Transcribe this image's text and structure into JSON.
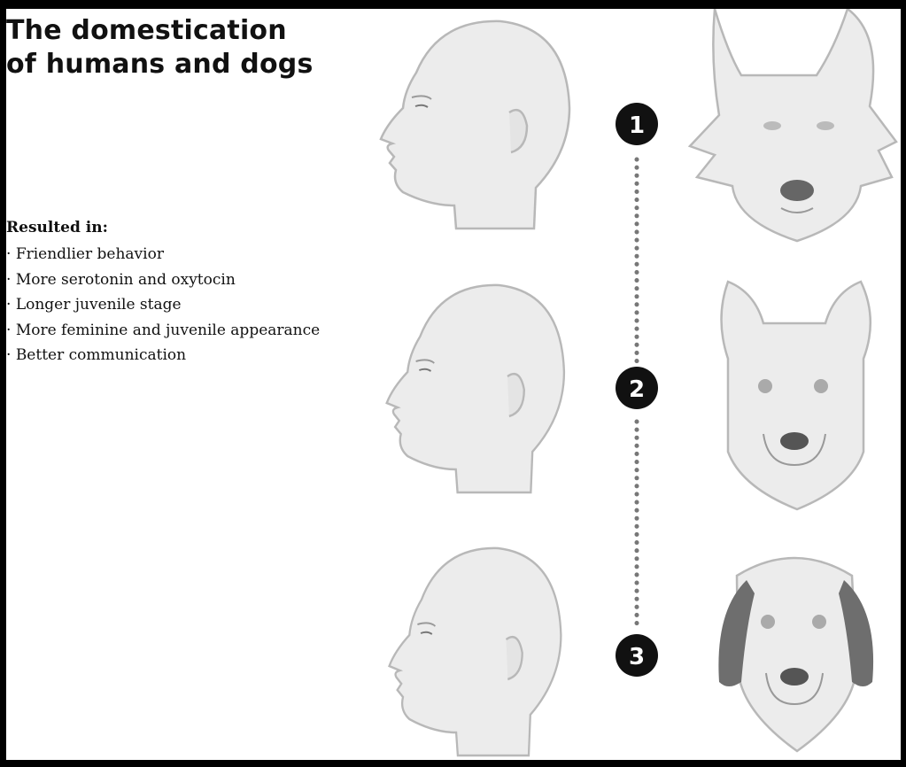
{
  "title": {
    "line1": "The domestication",
    "line2": "of humans and dogs"
  },
  "results": {
    "heading": "Resulted in:",
    "items": [
      "Friendlier behavior",
      "More serotonin and oxytocin",
      "Longer juvenile stage",
      "More feminine and juvenile appearance",
      "Better communication"
    ]
  },
  "stages": [
    {
      "number": "1",
      "human": "human-head-early",
      "animal": "wolf-head"
    },
    {
      "number": "2",
      "human": "human-head-middle",
      "animal": "dog-head-pointed-ears"
    },
    {
      "number": "3",
      "human": "human-head-modern",
      "animal": "dog-head-floppy-ears"
    }
  ],
  "colors": {
    "marker": "#111111",
    "skin": "#ececec",
    "outline": "#b8b8b8",
    "ears_dark": "#6e6e6e"
  }
}
